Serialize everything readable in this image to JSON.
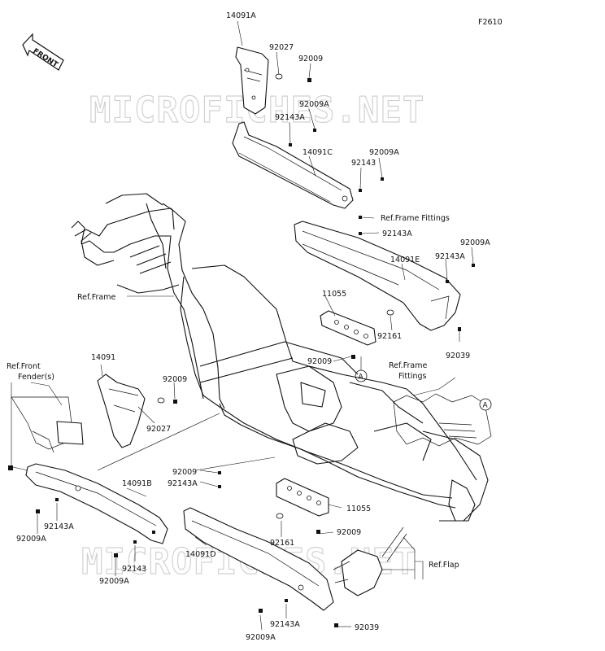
{
  "diagram_id": "F2610",
  "front_label": "FRONT",
  "watermark": "MICROFICHES.NET",
  "ref_marker": "A",
  "labels": {
    "p14091A": "14091A",
    "p92027_top": "92027",
    "p92009_top": "92009",
    "p92009A_1": "92009A",
    "p92143A_1": "92143A",
    "p14091C": "14091C",
    "p92009A_2": "92009A",
    "p92143_1": "92143",
    "ref_frame_fittings_1": "Ref.Frame Fittings",
    "p92143A_2": "92143A",
    "p92009A_3": "92009A",
    "p92143A_3": "92143A",
    "p14091E": "14091E",
    "ref_frame": "Ref.Frame",
    "p11055_top": "11055",
    "p92161_top": "92161",
    "p92009_mid": "92009",
    "p92039_right": "92039",
    "p14091": "14091",
    "p92009_left": "92009",
    "p92027_left": "92027",
    "ref_frame_fittings_2a": "Ref.Frame",
    "ref_frame_fittings_2b": "Fittings",
    "ref_front_fender_a": "Ref.Front",
    "ref_front_fender_b": "Fender(s)",
    "p92009_low": "92009",
    "p92143A_low": "92143A",
    "p14091B": "14091B",
    "p92143A_left": "92143A",
    "p92009A_left": "92009A",
    "p11055_low": "11055",
    "p92161_low": "92161",
    "p92009_low2": "92009",
    "p14091D": "14091D",
    "ref_flap": "Ref.Flap",
    "p92143_low": "92143",
    "p92009A_low": "92009A",
    "p92143A_bottom": "92143A",
    "p92009A_bottom": "92009A",
    "p92039_bottom": "92039"
  },
  "icons": {
    "front_arrow": "front-arrow-icon",
    "ref_circle": "ref-a-circle-icon"
  }
}
